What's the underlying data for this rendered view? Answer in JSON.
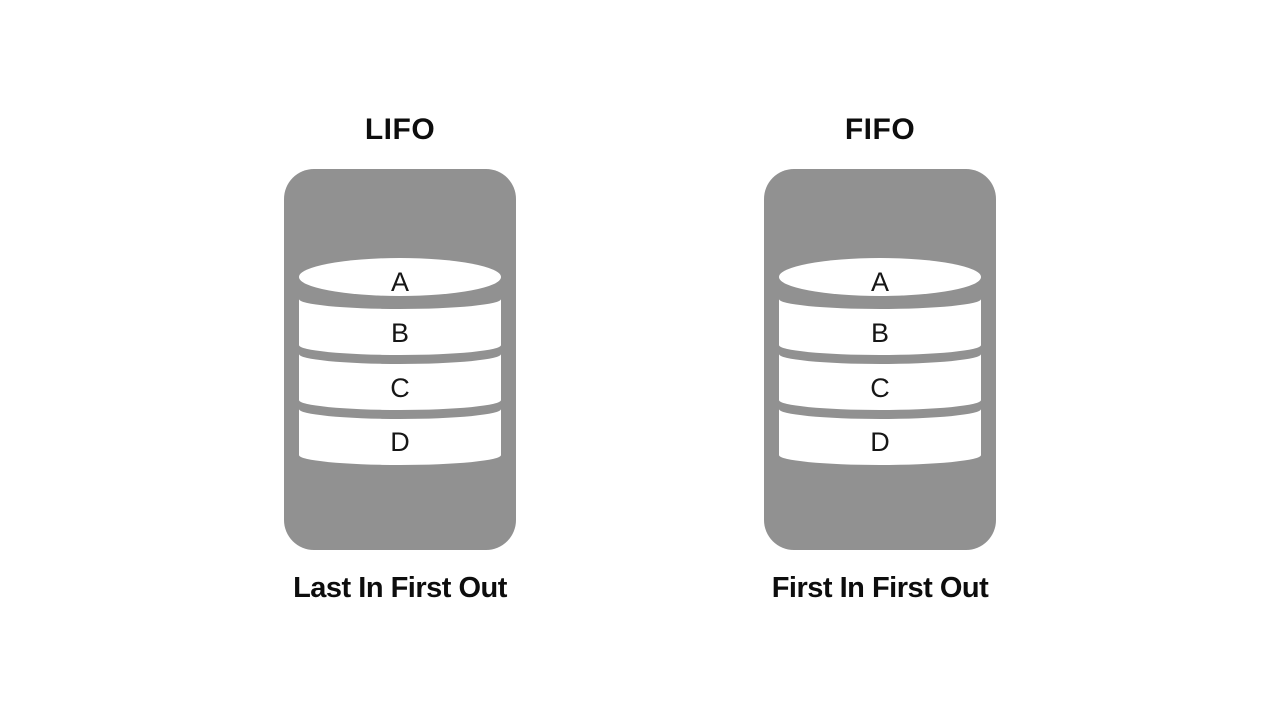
{
  "colors": {
    "background": "#ffffff",
    "container_gray": "#919191",
    "disk_white": "#ffffff",
    "text_black": "#0d0d0d"
  },
  "panels": [
    {
      "id": "lifo",
      "title": "LIFO",
      "caption": "Last In First Out",
      "items": [
        "A",
        "B",
        "C",
        "D"
      ]
    },
    {
      "id": "fifo",
      "title": "FIFO",
      "caption": "First In First Out",
      "items": [
        "A",
        "B",
        "C",
        "D"
      ]
    }
  ]
}
